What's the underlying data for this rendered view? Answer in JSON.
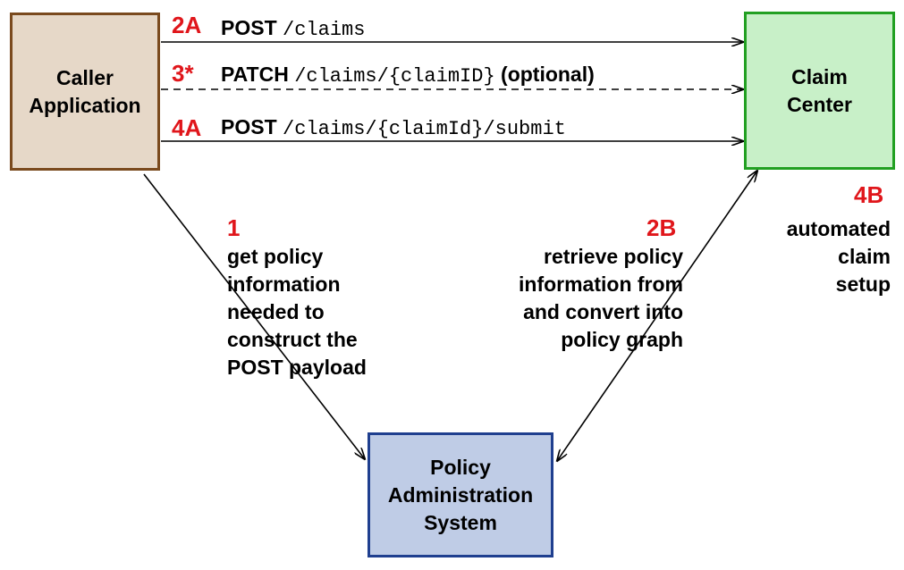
{
  "colors": {
    "caller_fill": "#e6d8c8",
    "caller_border": "#7a4a1e",
    "claim_fill": "#c8f0c8",
    "claim_border": "#22a022",
    "policy_fill": "#bfcce6",
    "policy_border": "#1f3f8f",
    "step_number": "#e0161b"
  },
  "nodes": {
    "caller": {
      "line1": "Caller",
      "line2": "Application"
    },
    "claim_center": {
      "line1": "Claim",
      "line2": "Center"
    },
    "policy_admin": {
      "line1": "Policy",
      "line2": "Administration",
      "line3": "System"
    }
  },
  "edges": {
    "step_2a": {
      "number": "2A",
      "method": "POST",
      "path": "/claims",
      "suffix": ""
    },
    "step_3": {
      "number": "3*",
      "method": "PATCH",
      "path": "/claims/{claimID}",
      "suffix": "(optional)"
    },
    "step_4a": {
      "number": "4A",
      "method": "POST",
      "path": "/claims/{claimId}/submit",
      "suffix": ""
    },
    "step_1": {
      "number": "1",
      "line1": "get policy",
      "line2": "information",
      "line3": "needed to",
      "line4": "construct the",
      "line5": "POST payload"
    },
    "step_2b": {
      "number": "2B",
      "line1": "retrieve policy",
      "line2": "information from",
      "line3": "and convert into",
      "line4": "policy graph"
    },
    "step_4b": {
      "number": "4B",
      "line1": "automated",
      "line2": "claim",
      "line3": "setup"
    }
  }
}
